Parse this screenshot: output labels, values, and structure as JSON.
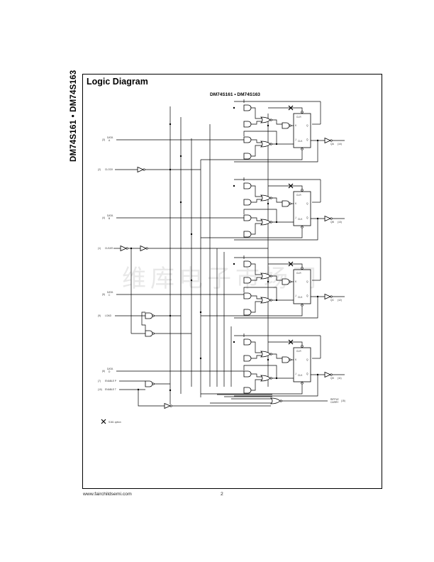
{
  "document": {
    "side_title": "DM74S161 • DM74S163",
    "heading": "Logic Diagram",
    "diagram_title": "DM74S161 • DM74S163",
    "watermark": "维库电子市场网",
    "footer": {
      "url": "www.fairchildsemi.com",
      "page": "2"
    }
  },
  "inputs": [
    {
      "pin": "(3)",
      "name": "DATA",
      "sub": "A"
    },
    {
      "pin": "(2)",
      "name": "CLOCK"
    },
    {
      "pin": "(4)",
      "name": "DATA",
      "sub": "B"
    },
    {
      "pin": "(1)",
      "name": "CLEAR"
    },
    {
      "pin": "(5)",
      "name": "DATA",
      "sub": "C"
    },
    {
      "pin": "(9)",
      "name": "LOAD"
    },
    {
      "pin": "(6)",
      "name": "DATA",
      "sub": "D"
    },
    {
      "pin": "(7)",
      "name": "ENABLE P"
    },
    {
      "pin": "(10)",
      "name": "ENABLE T"
    }
  ],
  "outputs": [
    {
      "name": "Q",
      "sub": "A",
      "pin": "(14)"
    },
    {
      "name": "Q",
      "sub": "B",
      "pin": "(13)"
    },
    {
      "name": "Q",
      "sub": "C",
      "pin": "(12)"
    },
    {
      "name": "Q",
      "sub": "D",
      "pin": "(11)"
    },
    {
      "name": "RIPPLE CARRY",
      "line1": "RIPPLE",
      "line2": "CARRY",
      "pin": "(15)"
    }
  ],
  "flipflop_labels": {
    "clr": "CLR",
    "clk": "CLK",
    "k": "K",
    "j": "J",
    "q": "Q",
    "qbar": "Q̄"
  },
  "legend": {
    "text": "S161 option"
  }
}
